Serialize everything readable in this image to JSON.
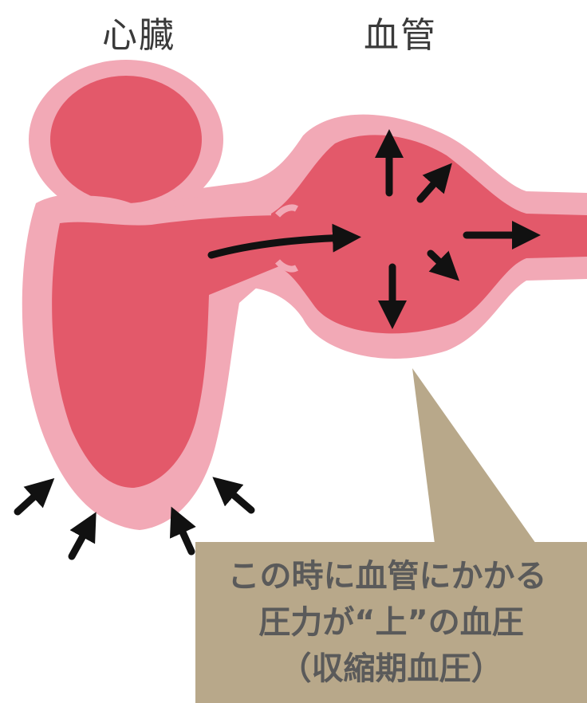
{
  "labels": {
    "heart": "心臓",
    "vessel": "血管"
  },
  "callout": {
    "line1": "この時に血管にかかる",
    "line2": "圧力が“上”の血圧",
    "line3": "（収縮期血圧）"
  },
  "colors": {
    "outer_pink": "#f2a9b6",
    "inner_red": "#e3596a",
    "callout_bg": "#b8a88a",
    "callout_text": "#5a5a5a",
    "arrow": "#111111"
  }
}
